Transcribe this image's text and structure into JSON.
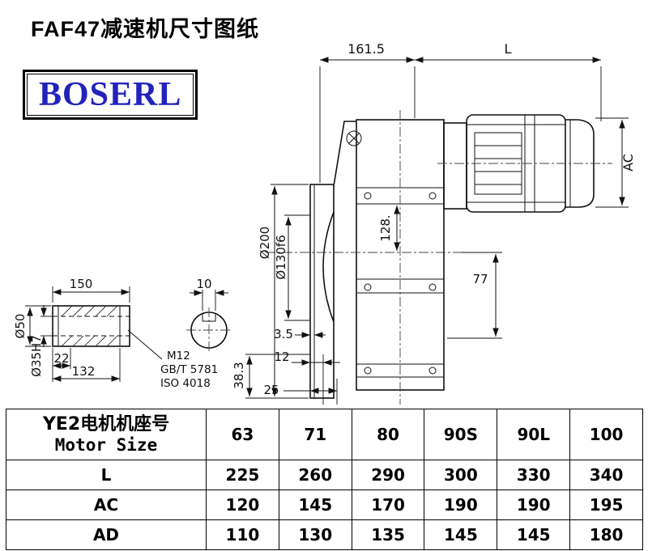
{
  "title": "FAF47减速机尺寸图纸",
  "logo": {
    "text": "BOSERL"
  },
  "drawing": {
    "dim_161_5": "161.5",
    "dim_L": "L",
    "dim_AC": "AC",
    "dim_d200": "Ø200",
    "dim_d130": "Ø130f6",
    "dim_128": "128.",
    "dim_77": "77",
    "dim_3_5": "3.5",
    "dim_12": "12",
    "dim_25": "25",
    "dim_38_3": "38.3",
    "dim_150": "150",
    "dim_10": "10",
    "dim_d50": "Ø50",
    "dim_d35": "Ø35H7",
    "dim_22": "22",
    "dim_132": "132",
    "note_m12": "M12",
    "note_gb": "GB/T 5781",
    "note_iso": "ISO 4018"
  },
  "table": {
    "header_cn": "YE2电机机座号",
    "header_en": "Motor Size",
    "sizes": [
      "63",
      "71",
      "80",
      "90S",
      "90L",
      "100"
    ],
    "rows": [
      {
        "label": "L",
        "values": [
          "225",
          "260",
          "290",
          "300",
          "330",
          "340"
        ]
      },
      {
        "label": "AC",
        "values": [
          "120",
          "145",
          "170",
          "190",
          "190",
          "195"
        ]
      },
      {
        "label": "AD",
        "values": [
          "110",
          "130",
          "135",
          "145",
          "145",
          "180"
        ]
      }
    ]
  }
}
